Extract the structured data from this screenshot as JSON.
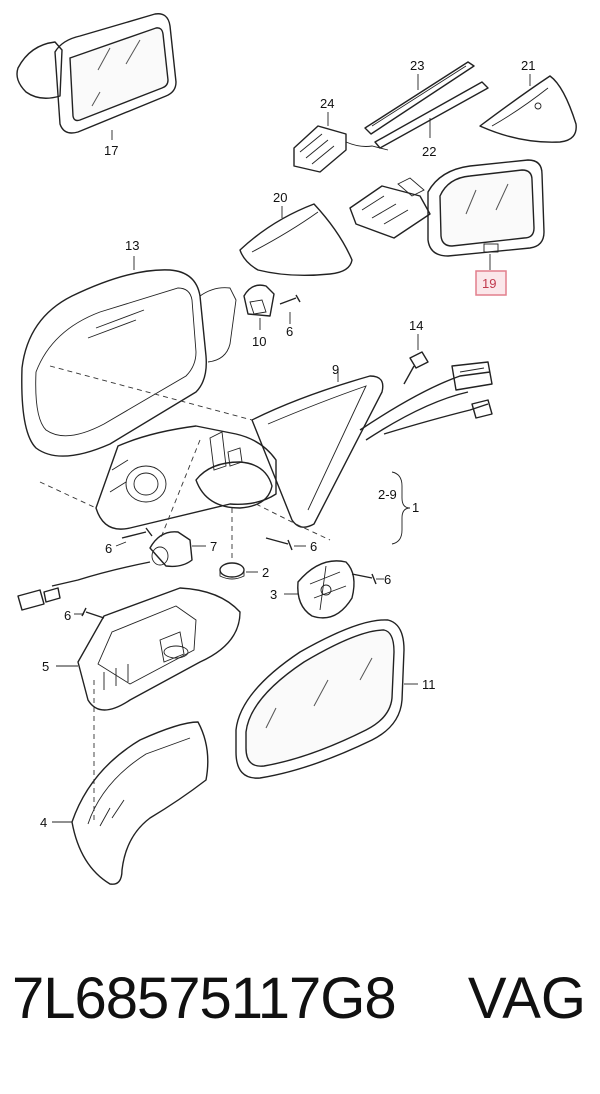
{
  "diagram": {
    "callouts": {
      "c1": "1",
      "c2": "2",
      "c3": "3",
      "c4": "4",
      "c5": "5",
      "c6a": "6",
      "c6b": "6",
      "c6c": "6",
      "c6d": "6",
      "c6e": "6",
      "c7": "7",
      "c9": "9",
      "c10": "10",
      "c11": "11",
      "c13": "13",
      "c14": "14",
      "c17": "17",
      "c20": "20",
      "c21": "21",
      "c22": "22",
      "c23": "23",
      "c24": "24",
      "c19": "19",
      "crange": "2-9"
    },
    "highlight_color": "#e27f8c"
  },
  "footer": {
    "part_number": "7L68575117G8",
    "brand": "VAG"
  }
}
